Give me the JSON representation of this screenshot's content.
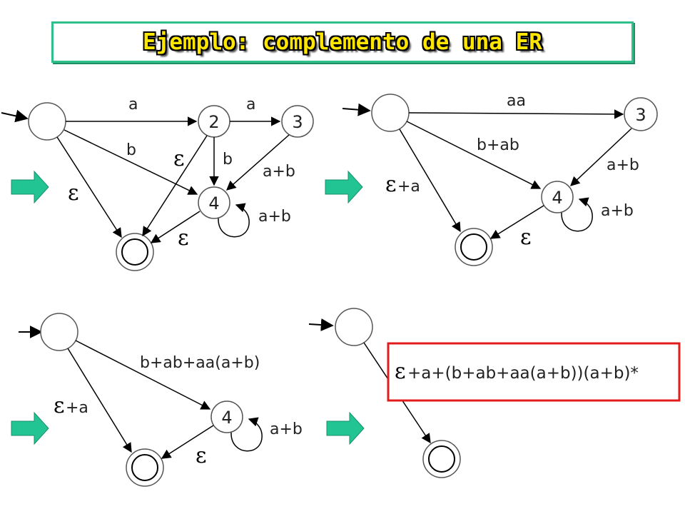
{
  "title": "Ejemplo: complemento de una ER",
  "colors": {
    "title_fill": "#ffe600",
    "title_border": "#2fbf8a",
    "arrow_fill": "#22c493",
    "result_border": "#e21b1b"
  },
  "diagram1": {
    "node2": "2",
    "node3": "3",
    "node4": "4",
    "edge_a_top": "a",
    "edge_a_2_3": "a",
    "edge_b_start_4": "b",
    "edge_b_2_4": "b",
    "edge_eps_2_final": "ε",
    "edge_eps_start_final": "ε",
    "edge_eps_4_final": "ε",
    "edge_3_4": "a+b",
    "loop_4": "a+b"
  },
  "diagram2": {
    "node3": "3",
    "node4": "4",
    "edge_start_3": "aa",
    "edge_start_4": "b+ab",
    "edge_start_final_eps": "ε",
    "edge_start_final_rest": "+a",
    "edge_3_4": "a+b",
    "loop_4": "a+b",
    "edge_eps_4_final": "ε"
  },
  "diagram3": {
    "node4": "4",
    "edge_start_4": "b+ab+aa(a+b)",
    "edge_start_final_eps": "ε",
    "edge_start_final_rest": "+a",
    "loop_4": "a+b",
    "edge_eps_4_final": "ε"
  },
  "diagram4": {
    "result_eps": "ε",
    "result_rest": "+a+(b+ab+aa(a+b))(a+b)*"
  }
}
